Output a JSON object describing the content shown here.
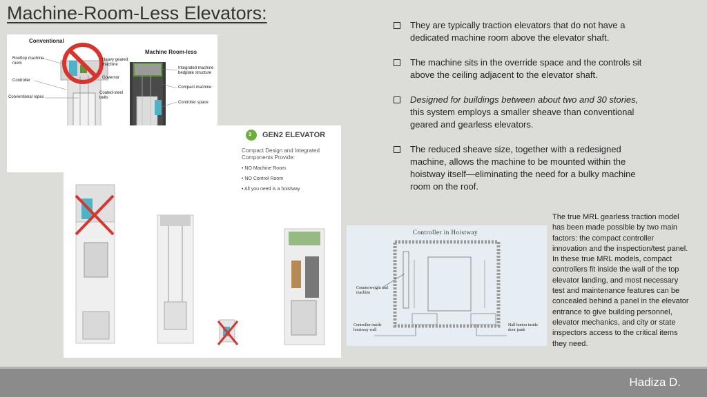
{
  "slide": {
    "title": "Machine-Room-Less Elevators:",
    "author": "Hadiza D."
  },
  "figure1": {
    "heading_left": "Conventional",
    "heading_right": "Machine Room-less",
    "labels_left": [
      "Rooftop machine room",
      "Controller",
      "Conventional ropes"
    ],
    "labels_mid": [
      "Heavy geared machine",
      "Governor",
      "Coated-steel belts"
    ],
    "labels_right": [
      "Integrated machine bedplate structure",
      "Compact machine",
      "Controller space"
    ]
  },
  "figure2": {
    "number": "3",
    "heading": "GEN2 ELEVATOR",
    "subheading": "Compact Design and Integrated Components Provide:",
    "items": [
      "• NO Machine Room",
      "• NO Control Room",
      "• All you need is a hoistway"
    ]
  },
  "figure3": {
    "title": "Controller in Hoistway",
    "label_counterweight": "Counterweight and machine",
    "label_controller": "Controller inside hoistway wall",
    "label_hall": "Hall button inside door jamb"
  },
  "bullets": [
    {
      "italic": "",
      "text": "They are typically traction elevators that do not have a dedicated machine room above the elevator shaft."
    },
    {
      "italic": "",
      "text": "The machine sits in the override space and the controls sit above the ceiling adjacent to the elevator shaft."
    },
    {
      "italic": "Designed for buildings between about two and 30 stories,",
      "text": " this system employs a smaller sheave than conventional geared and gearless elevators."
    },
    {
      "italic": "",
      "text": "The reduced sheave size, together with a redesigned machine, allows the machine to be mounted within the hoistway itself—eliminating the need for a bulky machine room on the roof."
    }
  ],
  "side_text": "The true MRL gearless traction model has been made possible by two main factors: the compact controller innovation and the inspection/test panel. In these true MRL models, compact controllers fit inside the wall of the top elevator landing, and most necessary test and maintenance features can be concealed behind a panel in the elevator entrance to give building personnel, elevator mechanics, and city or state inspectors access to the critical items they need.",
  "colors": {
    "background": "#dcdcd8",
    "footer": "#8b8b8b",
    "accent_green": "#5a9a3c",
    "prohibit_red": "#d9342b"
  }
}
